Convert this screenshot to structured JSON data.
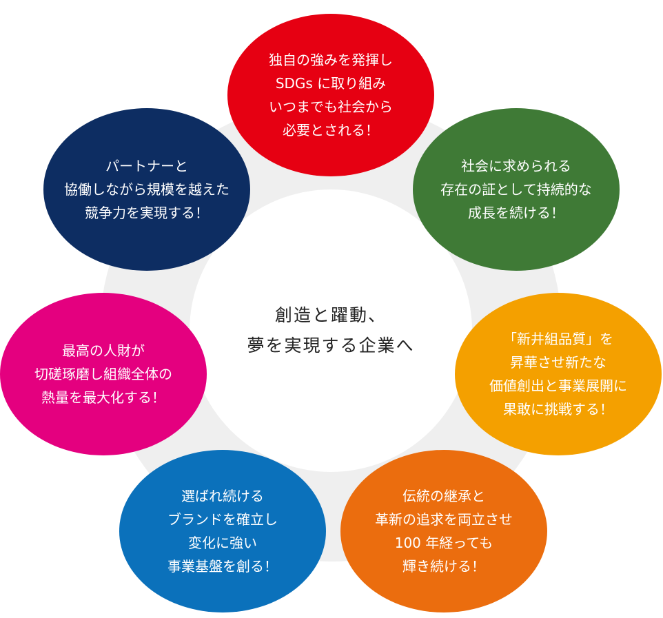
{
  "center": {
    "line1": "創造と躍動、",
    "line2": "夢を実現する企業へ"
  },
  "bubbles": [
    {
      "key": "top",
      "color": "#e60012",
      "lines": [
        "独自の強みを発揮し",
        "SDGs に取り組み",
        "いつまでも社会から",
        "必要とされる！"
      ]
    },
    {
      "key": "upper-right",
      "color": "#3f7a36",
      "lines": [
        "社会に求められる",
        "存在の証として持続的な",
        "成長を続ける！"
      ]
    },
    {
      "key": "right",
      "color": "#f4a000",
      "lines": [
        "「新井組品質」を",
        "昇華させ新たな",
        "価値創出と事業展開に",
        "果敢に挑戦する！"
      ]
    },
    {
      "key": "lower-right",
      "color": "#eb6d0e",
      "lines": [
        "伝統の継承と",
        "革新の追求を両立させ",
        "100 年経っても",
        "輝き続ける！"
      ]
    },
    {
      "key": "lower-left",
      "color": "#0b71bb",
      "lines": [
        "選ばれ続ける",
        "ブランドを確立し",
        "変化に強い",
        "事業基盤を創る！"
      ]
    },
    {
      "key": "left",
      "color": "#e4007f",
      "lines": [
        "最高の人財が",
        "切磋琢磨し組織全体の",
        "熱量を最大化する！"
      ]
    },
    {
      "key": "upper-left",
      "color": "#0d2d62",
      "lines": [
        "パートナーと",
        "協働しながら規模を越えた",
        "競争力を実現する！"
      ]
    }
  ]
}
